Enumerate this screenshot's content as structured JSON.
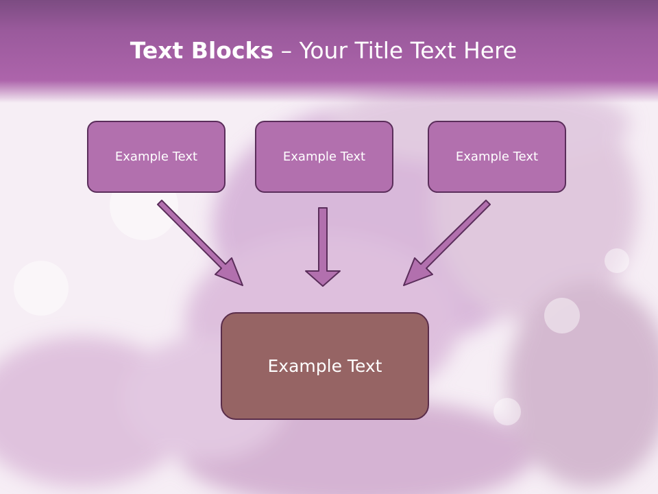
{
  "slide": {
    "title_bold": "Text Blocks",
    "title_dash": " – ",
    "title_rest": "Your Title Text Here"
  },
  "boxes": {
    "top": [
      {
        "label": "Example Text"
      },
      {
        "label": "Example Text"
      },
      {
        "label": "Example Text"
      }
    ],
    "bottom": {
      "label": "Example Text"
    }
  },
  "colors": {
    "header": "#ad64ab",
    "box_fill": "#b270ae",
    "box_border": "#5a2d5a",
    "center_box_fill": "#966464",
    "arrow_fill": "#b270ae"
  }
}
